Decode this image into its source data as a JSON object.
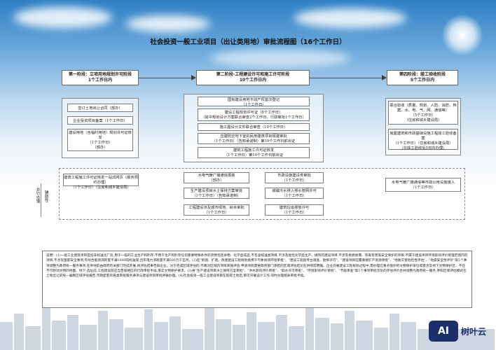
{
  "title": "社会投资一般工业项目（出让类用地）审批流程图（16个工作日）",
  "stages": [
    {
      "label": "第一阶段：立项用地规划许可阶段",
      "days": "1个工作日内"
    },
    {
      "label": "第二阶段-工程建设许可和施工许可阶段",
      "days": "10个工作日内"
    },
    {
      "label": "第四阶段：竣工验收阶段",
      "days": "5个工作日内"
    }
  ],
  "stage1_items": [
    "签订土地出让合同（部办）",
    "企业投资项目备案（1个工作日）",
    [
      "建设用地（含临时用地）规划许可证核发",
      "（1个工作日）",
      "（部办）"
    ]
  ],
  "stage2_items": [
    [
      "国有建设用地不动产权首次登记",
      "（1个工作日）"
    ],
    [
      "建设工程规划许可证（8个工作日）",
      "（其中规划设计方案联合审查2个工作日，行政审批1个工作日）"
    ],
    "施工图设计文件联合审查（10个工作日）",
    [
      "应建防空地下室的民用建筑项目报建审批",
      "（1个工作日）（告知承诺制）第10个工作日前出证"
    ],
    [
      "建筑工程施工许可证核发",
      "（1个工作日）第10个工作日前出证"
    ]
  ],
  "stage4_items": [
    [
      "联合验收（质量、规划、人防、消防、档案、水、电、气、网、通信等）",
      "（5个工作日）",
      "（住房和城乡建设局）"
    ],
    [
      "房屋建筑和市政基础设施工程竣工验收备案",
      "（1个工作日）（住房和城乡建设局）",
      "（在竣工验收后5日内办理）"
    ]
  ],
  "parallel_label": "并行办理",
  "side_label": "辅助性",
  "bottom_left": [
    "建筑工程施工许可证核发一站式网页（服务预约办理）",
    "（1个工作日）（住房和城乡建设局）"
  ],
  "bottom_mid_left": [
    [
      "水电气暖广播通信报装",
      "（部办）"
    ],
    [
      "生产建设项目水土保持方案审批",
      "（1个工作日）（告知承诺制）"
    ],
    [
      "工程建设涉及城市绿地、树木审批",
      "（1个工作日）"
    ]
  ],
  "bottom_mid_right": [
    [
      "市政设施建设类审批",
      "（1个工作日）"
    ],
    [
      "城镇污水排入排水管网许可",
      "（1个工作日）"
    ],
    [
      "建筑垃圾排放许可",
      "（1个工作日）"
    ]
  ],
  "bottom_right": [
    "水电气暖广播通信等市政公用设施接入",
    "（1个工作日）"
  ],
  "note": "说明：(1)一般工业建筑项目是指非标准化厂房,用于一般的工业生产和贮存,不用于生产和贮存任何重要特殊条件的货物包括食物、化学品成品,不包含核准类项目,不涉及危险化学品生产、储存的建设项目,不涉及易燃易爆、有毒有害等安全保护的项目,不属于建设项目环境影响评价管理范围内的项目,不涉及国家安全事项,年综合能源消耗量不满1000吨标准煤,且年电力消耗量不满500万千瓦时。(2)在\"新建、扩建、改建建设工程规划类用于气象探测环境审批\"、\"建设工程超考古调查、勘探许可\"、\"建设项目压覆重要矿产资源审批\"、\"地质灾害危险性评估\"、\"地震安全性评价\"等5个事项调整为政府统一服务事项,在供地前由政府有关部门完成开展,将评估结果告知企业。对于完成区域评估的,不再对区域内项目单独评估,申请项目需要政府部门承担的区域评估结论在供地前明确。企业开展建设工程规划过程中,需办理应重点保护的文物保护单位或者涉及地下文物保护区、不在不可移动文物的地面、地下,选址前,工程建设前应当告知相应的行政审批手续,落实文物保护要求。(3)将\"生产建设项目水土保持方案审批\"、\"洪水影响评价审批\"、\"取水许可审批\"、\"环境影响评价审批\"、\"节能审查\"等5个事项审批涉及的评估评价合并调整为政府统一服务,参照区域评估模式在土地出让前统一编制区域评估报告,市政配套的各类审批服务事项与建设项目审批并联办理。(4)社会投资一般工业建设项目在取得土地后,即可开展设计工作,同时办理相关审批手续。"
}
